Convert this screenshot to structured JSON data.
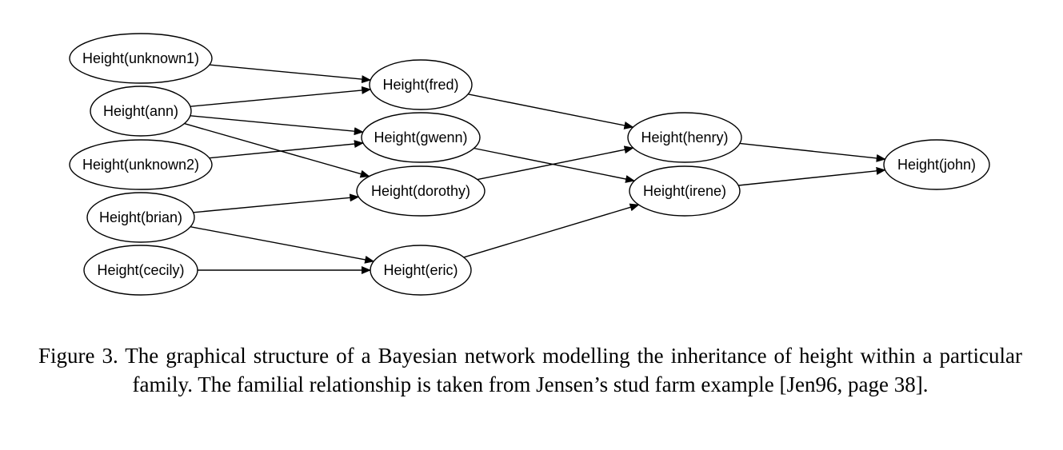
{
  "nodes": [
    {
      "id": "unknown1",
      "label": "Height(unknown1)"
    },
    {
      "id": "ann",
      "label": "Height(ann)"
    },
    {
      "id": "unknown2",
      "label": "Height(unknown2)"
    },
    {
      "id": "brian",
      "label": "Height(brian)"
    },
    {
      "id": "cecily",
      "label": "Height(cecily)"
    },
    {
      "id": "fred",
      "label": "Height(fred)"
    },
    {
      "id": "gwenn",
      "label": "Height(gwenn)"
    },
    {
      "id": "dorothy",
      "label": "Height(dorothy)"
    },
    {
      "id": "eric",
      "label": "Height(eric)"
    },
    {
      "id": "henry",
      "label": "Height(henry)"
    },
    {
      "id": "irene",
      "label": "Height(irene)"
    },
    {
      "id": "john",
      "label": "Height(john)"
    }
  ],
  "edges": [
    {
      "from": "unknown1",
      "to": "fred"
    },
    {
      "from": "ann",
      "to": "fred"
    },
    {
      "from": "ann",
      "to": "gwenn"
    },
    {
      "from": "ann",
      "to": "dorothy"
    },
    {
      "from": "unknown2",
      "to": "gwenn"
    },
    {
      "from": "brian",
      "to": "dorothy"
    },
    {
      "from": "brian",
      "to": "eric"
    },
    {
      "from": "cecily",
      "to": "eric"
    },
    {
      "from": "fred",
      "to": "henry"
    },
    {
      "from": "dorothy",
      "to": "henry"
    },
    {
      "from": "gwenn",
      "to": "irene"
    },
    {
      "from": "eric",
      "to": "irene"
    },
    {
      "from": "henry",
      "to": "john"
    },
    {
      "from": "irene",
      "to": "john"
    }
  ],
  "caption": "Figure 3. The graphical structure of a Bayesian network modelling the inheritance of height within a particular family. The familial relationship is taken from Jensen’s stud farm example [Jen96, page 38]."
}
